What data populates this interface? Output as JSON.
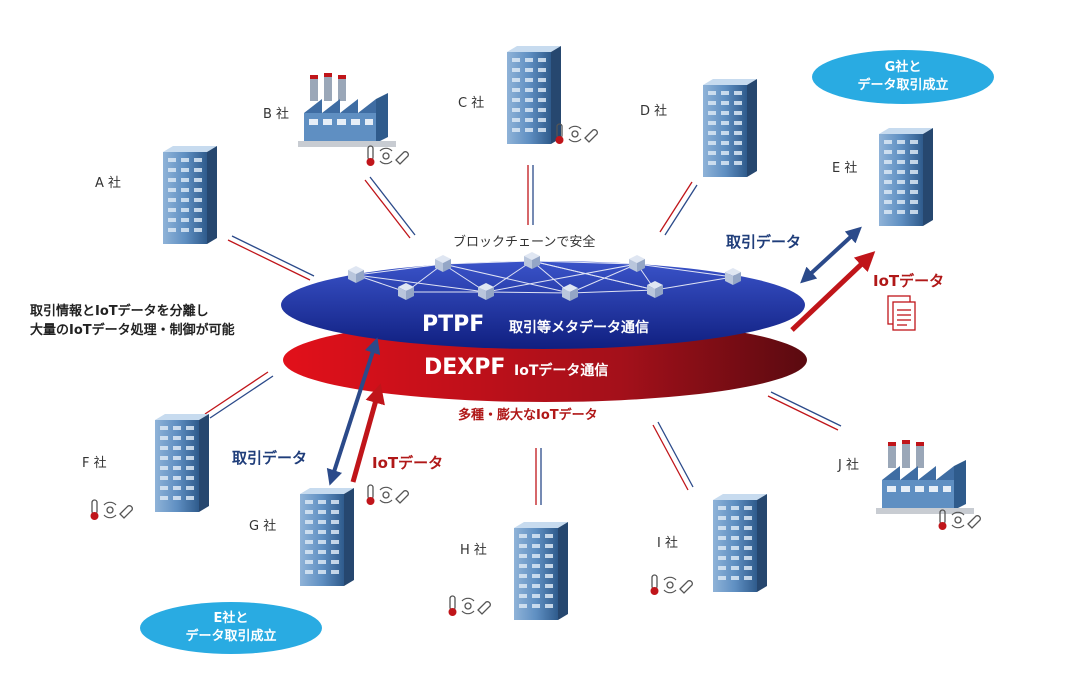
{
  "companies": {
    "a": "A 社",
    "b": "B 社",
    "c": "C 社",
    "d": "D 社",
    "e": "E 社",
    "f": "F 社",
    "g": "G 社",
    "h": "H 社",
    "i": "I 社",
    "j": "J 社"
  },
  "bubbles": {
    "top_right": [
      "G社と",
      "データ取引成立"
    ],
    "bottom_left": [
      "E社と",
      "データ取引成立"
    ]
  },
  "platform": {
    "blockchain": "ブロックチェーンで安全",
    "ptpf": "PTPF",
    "ptpf_desc": "取引等メタデータ通信",
    "dexpf": "DEXPF",
    "dexpf_desc": "IoTデータ通信",
    "below": "多種・膨大なIoTデータ"
  },
  "left_note": [
    "取引情報とIoTデータを分離し",
    "大量のIoTデータ処理・制御が可能"
  ],
  "flows": {
    "right_trade": "取引データ",
    "right_iot": "IoTデータ",
    "left_trade": "取引データ",
    "left_iot": "IoTデータ"
  },
  "colors": {
    "ptpf": "#1c2f9e",
    "dexpf": "#c0151a",
    "bubble": "#29abe2",
    "arrow_blue": "#2b4a8a",
    "arrow_red": "#c0151a"
  }
}
